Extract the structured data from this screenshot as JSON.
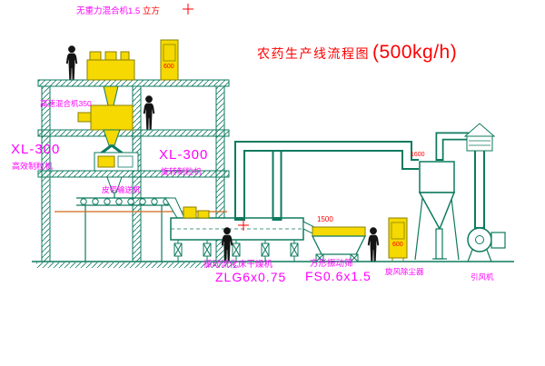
{
  "title": {
    "name": "农药生产线流程图",
    "capacity": "(500kg/h)"
  },
  "labels": {
    "gravity_mixer": "无重力混合机1.5",
    "gravity_mixer_unit": "立方",
    "high_speed_mixer": "高速混合机350",
    "granulator_left": {
      "model": "XL-300",
      "name": "高效制粒机"
    },
    "granulator_mid": {
      "model": "XL-300",
      "name": "旋转制粒机"
    },
    "belt_conveyor": "皮带输送机",
    "dryer": {
      "name": "振动流化床干燥机",
      "model": "ZLG6x0.75"
    },
    "screen": {
      "name": "方形振动筛",
      "model": "FS0.6x1.5"
    },
    "cyclone": "旋风除尘器",
    "fan": "引风机"
  },
  "dimensions": {
    "screen_width": "1500",
    "cyclone_height": "1600",
    "cabinet_top": "600",
    "cabinet_right": "600"
  },
  "colors": {
    "line_green": "#0d7a5f",
    "magenta": "#ff00ff",
    "red": "#ff0000",
    "equipment_yellow": "#f5d900",
    "orange": "#d2691e",
    "silhouette": "#141414"
  }
}
